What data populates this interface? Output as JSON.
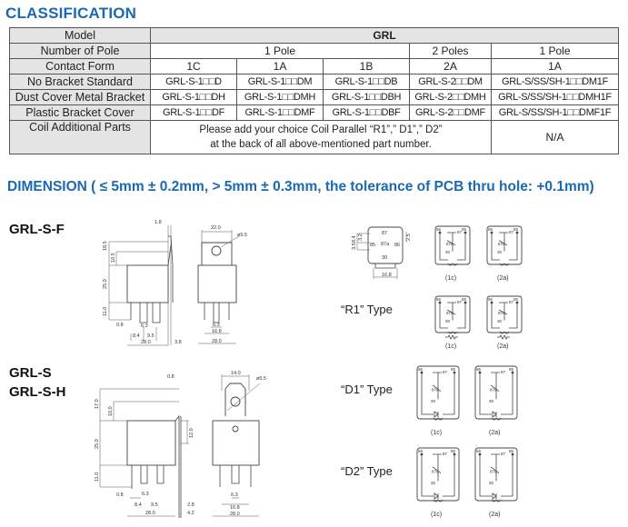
{
  "classification": {
    "title": "CLASSIFICATION",
    "rows": {
      "model": {
        "label": "Model",
        "value": "GRL"
      },
      "poles": {
        "label": "Number of Pole",
        "values": [
          "1 Pole",
          "2 Poles",
          "1 Pole"
        ]
      },
      "contact": {
        "label": "Contact Form",
        "values": [
          "1C",
          "1A",
          "1B",
          "2A",
          "1A"
        ]
      },
      "no_bracket": {
        "label": "No Bracket Standard",
        "values": [
          "GRL-S-1□□D",
          "GRL-S-1□□DM",
          "GRL-S-1□□DB",
          "GRL-S-2□□DM",
          "GRL-S/SS/SH-1□□DM1F"
        ]
      },
      "dust_cover": {
        "label": "Dust Cover Metal Bracket",
        "values": [
          "GRL-S-1□□DH",
          "GRL-S-1□□DMH",
          "GRL-S-1□□DBH",
          "GRL-S-2□□DMH",
          "GRL-S/SS/SH-1□□DMH1F"
        ]
      },
      "plastic": {
        "label": "Plastic Bracket Cover",
        "values": [
          "GRL-S-1□□DF",
          "GRL-S-1□□DMF",
          "GRL-S-1□□DBF",
          "GRL-S-2□□DMF",
          "GRL-S/SS/SH-1□□DMF1F"
        ]
      },
      "coil": {
        "label": "Coil Additional Parts",
        "note_line1": "Please add your choice Coil Parallel “R1”,” D1”,” D2”",
        "note_line2": "at the back of all above-mentioned part number.",
        "na": "N/A"
      }
    }
  },
  "dimension": {
    "title": "DIMENSION ( ≤ 5mm ± 0.2mm, > 5mm ± 0.3mm, the tolerance of PCB thru hole: +0.1mm)",
    "models": {
      "grl_s_f": "GRL-S-F",
      "grl_s": "GRL-S",
      "grl_s_h": "GRL-S-H"
    },
    "grl_s_f_side": {
      "top": "1.8",
      "h1": "18.5",
      "h2": "10.5",
      "body": "25.0",
      "pin": "11.0",
      "pin_w": "0.8",
      "w63": "6.3",
      "w84": "8.4",
      "w95": "9.5",
      "width": "28.0",
      "offset": "3.8"
    },
    "grl_s_f_front": {
      "width_top": "22.0",
      "hole": "ø5.5",
      "w63": "6.3",
      "w168": "16.8",
      "width": "28.0"
    },
    "grl_s_side": {
      "top": "0.8",
      "h1": "17.0",
      "h2": "10.0",
      "bracket": "12.0",
      "body": "25.0",
      "pin": "11.0",
      "pin_w": "0.8",
      "w63": "6.3",
      "w84": "8.4",
      "w95": "9.5",
      "width": "28.0",
      "off1": "2.8",
      "off2": "4.2"
    },
    "grl_s_front": {
      "width_top": "14.0",
      "hole": "ø5.5",
      "w63": "6.3",
      "w168": "16.8",
      "width": "28.0"
    },
    "bottom_view": {
      "d1": "8.4",
      "d2": "3.2",
      "d3": "3.5",
      "d4": "2.5",
      "w": "16.8",
      "pins": [
        "87",
        "87a",
        "85",
        "86",
        "30"
      ]
    },
    "types": {
      "r1": "“R1” Type",
      "d1": "“D1” Type",
      "d2": "“D2” Type"
    },
    "circuit_pins": {
      "p87": "87",
      "p87a": "87a",
      "p86": "86",
      "p85": "85",
      "p30": "30"
    },
    "captions": {
      "c1": "(1c)",
      "c2": "(2a)"
    }
  }
}
